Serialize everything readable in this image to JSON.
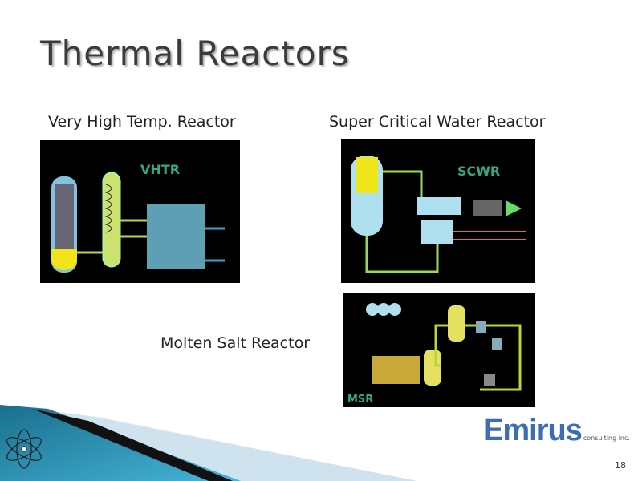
{
  "slide": {
    "title": "Thermal Reactors",
    "page_number": "18"
  },
  "reactors": [
    {
      "label": "Very High Temp. Reactor",
      "diagram_tag": "VHTR"
    },
    {
      "label": "Super Critical Water Reactor",
      "diagram_tag": "SCWR"
    },
    {
      "label": "Molten Salt Reactor",
      "diagram_tag": "MSR"
    }
  ],
  "logo": {
    "name": "Emirus",
    "subtitle": "consulting inc.",
    "color": "#3d6db5"
  }
}
